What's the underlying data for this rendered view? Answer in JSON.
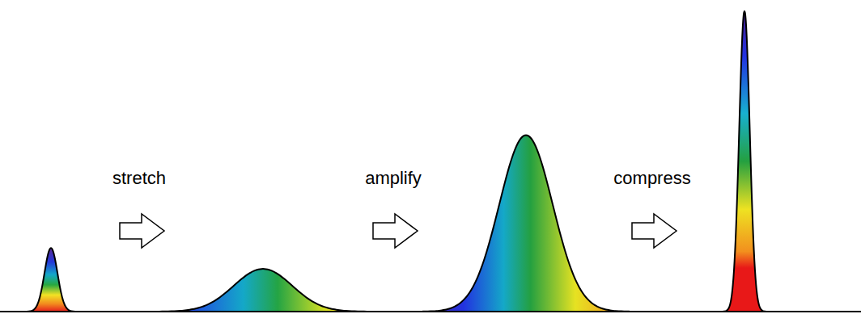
{
  "diagram": {
    "labels": [
      "stretch",
      "amplify",
      "compress"
    ]
  }
}
